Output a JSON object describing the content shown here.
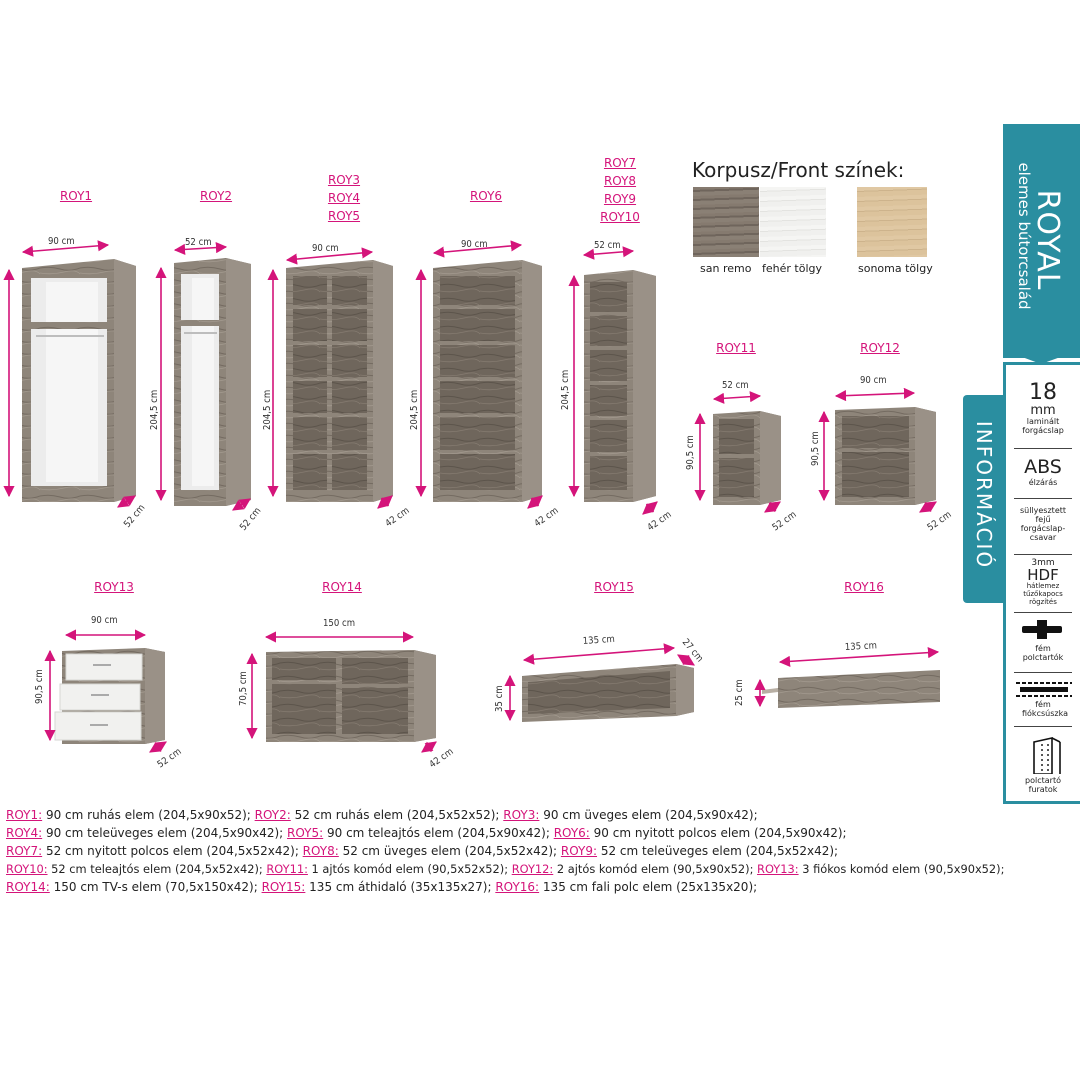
{
  "codes": {
    "roy1": "ROY1",
    "roy2": "ROY2",
    "roy3": "ROY3",
    "roy4": "ROY4",
    "roy5": "ROY5",
    "roy6": "ROY6",
    "roy7": "ROY7",
    "roy8": "ROY8",
    "roy9": "ROY9",
    "roy10": "ROY10",
    "roy11": "ROY11",
    "roy12": "ROY12",
    "roy13": "ROY13",
    "roy14": "ROY14",
    "roy15": "ROY15",
    "roy16": "ROY16"
  },
  "dims": {
    "w90": "90 cm",
    "w52": "52 cm",
    "w150": "150 cm",
    "w135": "135 cm",
    "h2045": "204,5 cm",
    "h905": "90,5 cm",
    "h705": "70,5 cm",
    "h35": "35 cm",
    "h25": "25 cm",
    "d52": "52 cm",
    "d42": "42 cm",
    "d27": "27 cm"
  },
  "colors_section": {
    "title": "Korpusz/Front színek:",
    "swatches": [
      {
        "label": "san remo",
        "color": "#7d7268"
      },
      {
        "label": "fehér tölgy",
        "color": "#f2f2ef"
      },
      {
        "label": "sonoma tölgy",
        "color": "#dcc39c"
      }
    ]
  },
  "brand": {
    "name": "ROYAL",
    "tagline": "elemes bútorcsalád",
    "color": "#2a8ea0"
  },
  "info": {
    "tab_label": "INFORMÁCIÓ",
    "features": [
      {
        "big": "18",
        "unit": "mm",
        "text": "laminált forgácslap"
      },
      {
        "big": "ABS",
        "text": "élzárás"
      },
      {
        "text": "süllyesztett fejű forgácslap-csavar"
      },
      {
        "big_small": "3mm",
        "big": "HDF",
        "text": "hátlemez tűzőkapocs rögzítés"
      },
      {
        "text": "fém polctartók"
      },
      {
        "text": "fém fiókcsúszka"
      },
      {
        "text": "polctartó furatok"
      }
    ]
  },
  "specs": [
    [
      {
        "code": "ROY1:",
        "desc": " 90 cm ruhás elem (204,5x90x52); "
      },
      {
        "code": "ROY2:",
        "desc": " 52 cm ruhás elem (204,5x52x52); "
      },
      {
        "code": "ROY3:",
        "desc": " 90 cm üveges elem (204,5x90x42);"
      }
    ],
    [
      {
        "code": "ROY4:",
        "desc": " 90 cm teleüveges elem (204,5x90x42); "
      },
      {
        "code": "ROY5:",
        "desc": " 90 cm teleajtós elem (204,5x90x42); "
      },
      {
        "code": "ROY6:",
        "desc": " 90 cm nyitott polcos elem (204,5x90x42);"
      }
    ],
    [
      {
        "code": "ROY7:",
        "desc": " 52 cm nyitott polcos elem (204,5x52x42); "
      },
      {
        "code": "ROY8:",
        "desc": " 52 cm üveges elem (204,5x52x42); "
      },
      {
        "code": "ROY9:",
        "desc": " 52 cm teleüveges elem (204,5x52x42);"
      }
    ],
    [
      {
        "code": "ROY10:",
        "desc": " 52 cm teleajtós elem (204,5x52x42); "
      },
      {
        "code": "ROY11:",
        "desc": " 1 ajtós komód elem (90,5x52x52); "
      },
      {
        "code": "ROY12:",
        "desc": " 2 ajtós komód elem (90,5x90x52); "
      },
      {
        "code": "ROY13:",
        "desc": " 3 fiókos komód elem (90,5x90x52);"
      }
    ],
    [
      {
        "code": "ROY14:",
        "desc": " 150 cm TV-s elem (70,5x150x42); "
      },
      {
        "code": "ROY15:",
        "desc": " 135 cm áthidaló (35x135x27); "
      },
      {
        "code": "ROY16:",
        "desc": " 135 cm fali polc elem (25x135x20);"
      }
    ]
  ]
}
